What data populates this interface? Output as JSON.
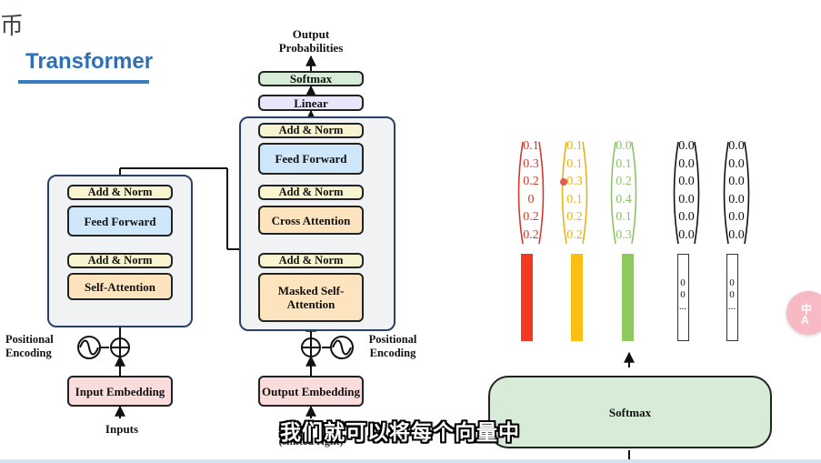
{
  "title": "Transformer",
  "corner_glyph": "币",
  "encoder": {
    "add_norm_top": "Add & Norm",
    "feed_forward": "Feed Forward",
    "add_norm_bottom": "Add & Norm",
    "self_attention": "Self-Attention",
    "positional_encoding": "Positional Encoding",
    "input_embedding": "Input Embedding",
    "inputs": "Inputs"
  },
  "decoder": {
    "output_probabilities": "Output Probabilities",
    "softmax": "Softmax",
    "linear": "Linear",
    "add_norm_1": "Add & Norm",
    "feed_forward": "Feed Forward",
    "add_norm_2": "Add & Norm",
    "cross_attention": "Cross Attention",
    "add_norm_3": "Add & Norm",
    "masked_self_attention": "Masked Self-Attention",
    "positional_encoding": "Positional Encoding",
    "output_embedding": "Output Embedding",
    "outputs": "(shifted right)"
  },
  "vectors": [
    {
      "color": "#d13a2a",
      "values": [
        "0.1",
        "0.3",
        "0.2",
        "0",
        "0.2",
        "0.2"
      ]
    },
    {
      "color": "#e8b21a",
      "values": [
        "0.1",
        "0.1",
        "0.3",
        "0.1",
        "0.2",
        "0.2"
      ]
    },
    {
      "color": "#8cc26a",
      "values": [
        "0.0",
        "0.1",
        "0.2",
        "0.4",
        "0.1",
        "0.3"
      ]
    },
    {
      "color": "#111111",
      "values": [
        "0.0",
        "0.0",
        "0.0",
        "0.0",
        "0.0",
        "0.0"
      ]
    },
    {
      "color": "#111111",
      "values": [
        "0.0",
        "0.0",
        "0.0",
        "0.0",
        "0.0",
        "0.0"
      ]
    }
  ],
  "bars": [
    {
      "color": "#f03a22",
      "fill": true,
      "text": []
    },
    {
      "color": "#fbbf13",
      "fill": true,
      "text": []
    },
    {
      "color": "#8fc85e",
      "fill": true,
      "text": []
    },
    {
      "color": "#333333",
      "fill": false,
      "text": [
        "0",
        "0",
        "..."
      ]
    },
    {
      "color": "#333333",
      "fill": false,
      "text": [
        "0",
        "0",
        "..."
      ]
    }
  ],
  "softmax_block": "Softmax",
  "subtitle": "我们就可以将每个向量中",
  "side_button": "中A"
}
